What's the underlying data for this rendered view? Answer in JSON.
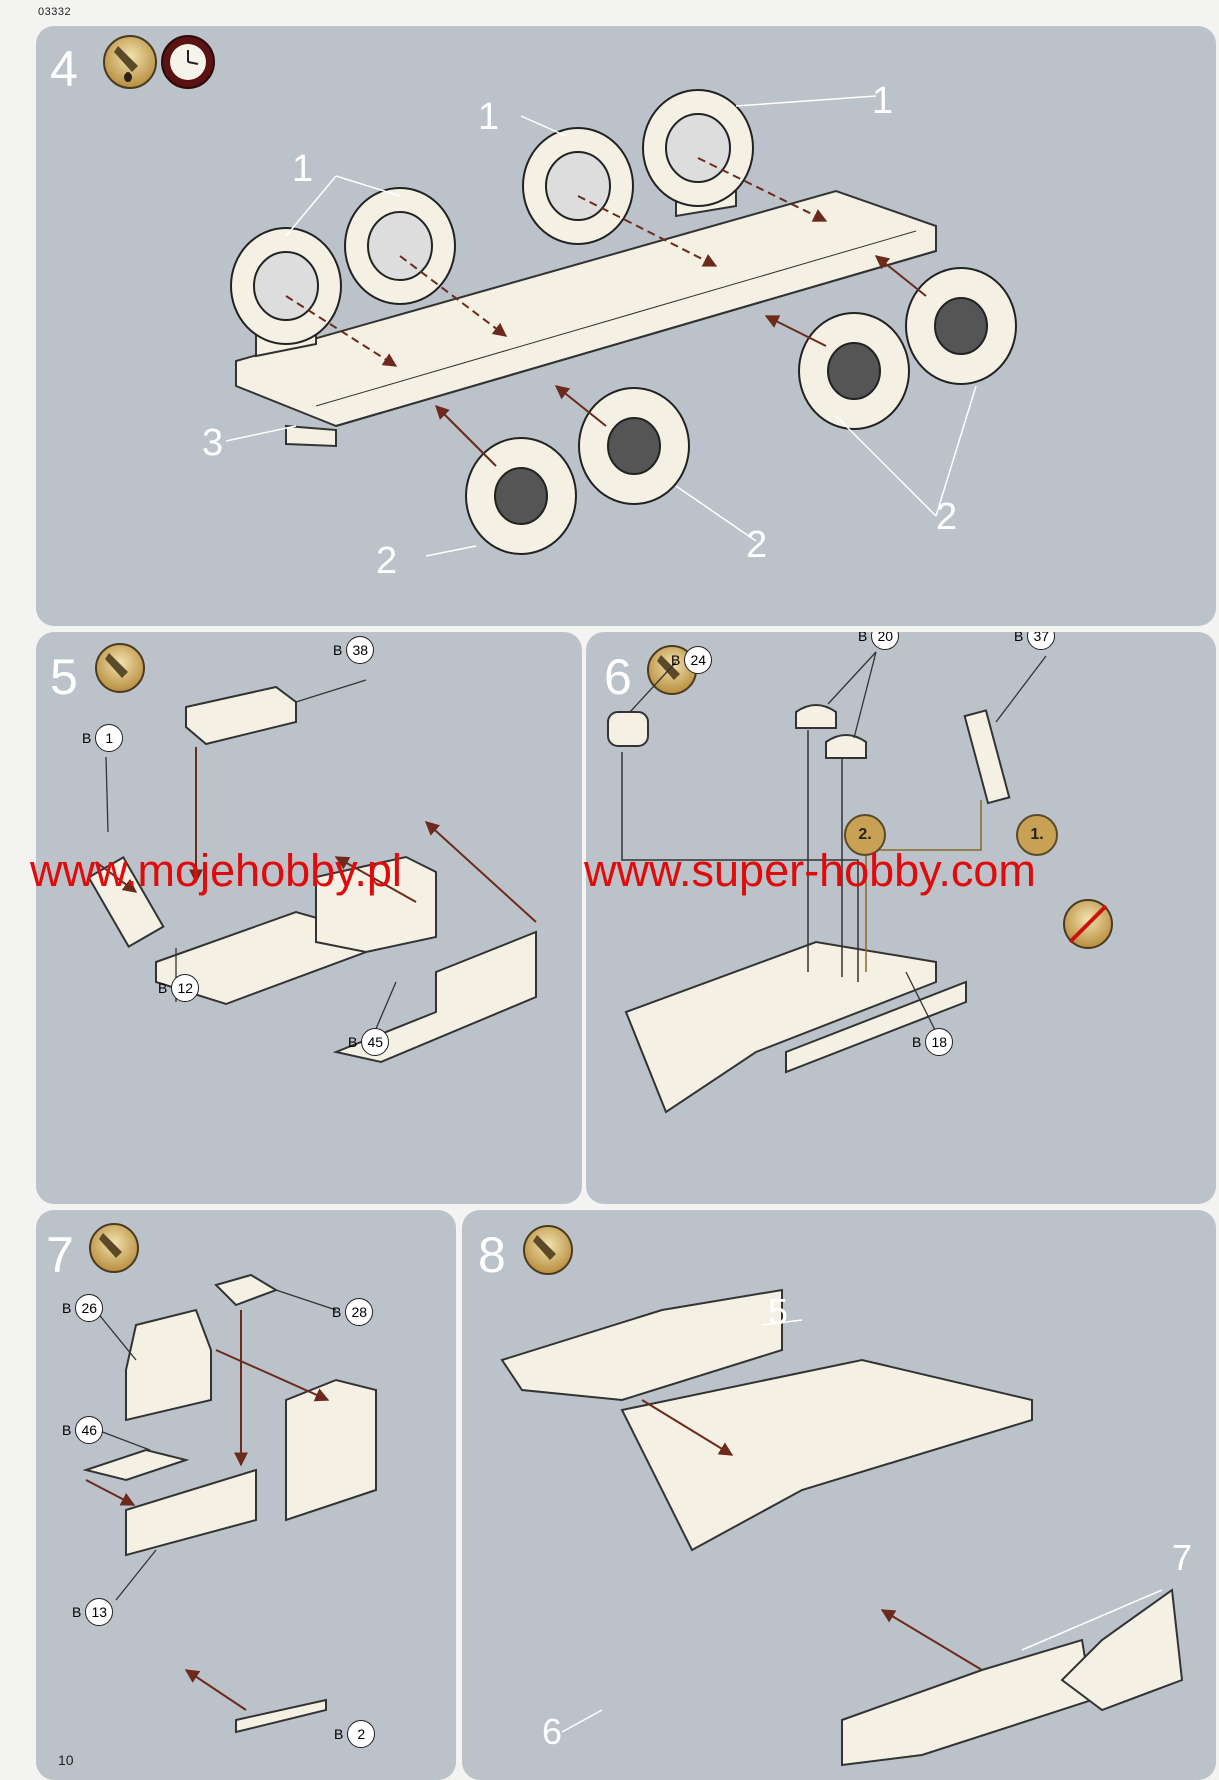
{
  "document": {
    "code": "03332",
    "page_number": "10"
  },
  "watermarks": {
    "left": "www.mojehobby.pl",
    "right": "www.super-hobby.com"
  },
  "icons": {
    "glue_icon": "glue-drop-icon",
    "clock_icon": "drying-clock-icon",
    "no_glue_icon": "no-glue-icon"
  },
  "steps": [
    {
      "number": "4",
      "callouts": [
        "1",
        "1",
        "1",
        "3",
        "2",
        "2",
        "2"
      ]
    },
    {
      "number": "5",
      "parts": [
        {
          "sprue": "B",
          "num": "38"
        },
        {
          "sprue": "B",
          "num": "1"
        },
        {
          "sprue": "B",
          "num": "12"
        },
        {
          "sprue": "B",
          "num": "45"
        }
      ]
    },
    {
      "number": "6",
      "parts": [
        {
          "sprue": "B",
          "num": "24"
        },
        {
          "sprue": "B",
          "num": "20"
        },
        {
          "sprue": "B",
          "num": "37"
        },
        {
          "sprue": "B",
          "num": "18"
        }
      ],
      "order_markers": [
        "2.",
        "1."
      ]
    },
    {
      "number": "7",
      "parts": [
        {
          "sprue": "B",
          "num": "26"
        },
        {
          "sprue": "B",
          "num": "28"
        },
        {
          "sprue": "B",
          "num": "46"
        },
        {
          "sprue": "B",
          "num": "13"
        },
        {
          "sprue": "B",
          "num": "2"
        }
      ]
    },
    {
      "number": "8",
      "callouts": [
        "5",
        "7",
        "6"
      ]
    }
  ]
}
